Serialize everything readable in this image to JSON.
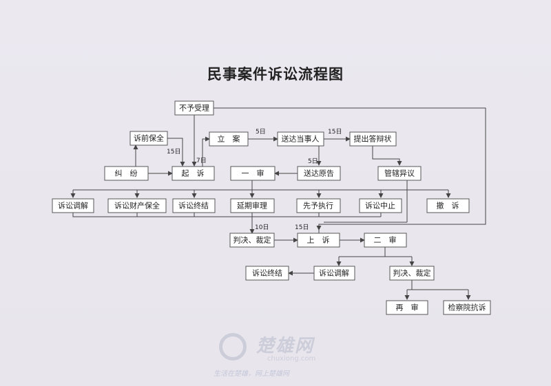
{
  "title": "民事案件诉讼流程图",
  "nodes": {
    "bu_yu_shou_li": "不予受理",
    "su_qian_bao_quan": "诉前保全",
    "jiu_fen": "纠　纷",
    "qi_su": "起　诉",
    "li_an": "立　案",
    "song_da_dang_shi_ren": "送达当事人",
    "ti_chu_da_bian_zhuang": "提出答辩状",
    "yi_shen": "一　审",
    "song_da_yuan_gao": "送达原告",
    "guan_xia_yi_yi": "管辖异议",
    "su_song_tiao_jie_1": "诉讼调解",
    "su_song_cai_chan_bao_quan": "诉讼财产保全",
    "su_song_zhong_jie_1": "诉讼终结",
    "yan_qi_shen_li": "延期审理",
    "xian_yu_zhi_xing": "先予执行",
    "su_song_zhong_zhi": "诉讼中止",
    "che_su": "撤　诉",
    "pan_jue_cai_ding_1": "判决、裁定",
    "shang_su": "上　诉",
    "er_shen": "二　审",
    "su_song_zhong_jie_2": "诉讼终结",
    "su_song_tiao_jie_2": "诉讼调解",
    "pan_jue_cai_ding_2": "判决、裁定",
    "zai_shen": "再　审",
    "jian_cha_yuan_kang_su": "检察院抗诉"
  },
  "edge_labels": {
    "d15_preservation": "15日",
    "d7": "7日",
    "d5_filing": "5日",
    "d15_answer": "15日",
    "d5_plaintiff": "5日",
    "d10": "10日",
    "d15_appeal": "15日"
  },
  "watermark": {
    "name": "楚雄网",
    "domain": "chuxiong.com",
    "slogan": "生活在楚雄，网上楚雄网"
  }
}
